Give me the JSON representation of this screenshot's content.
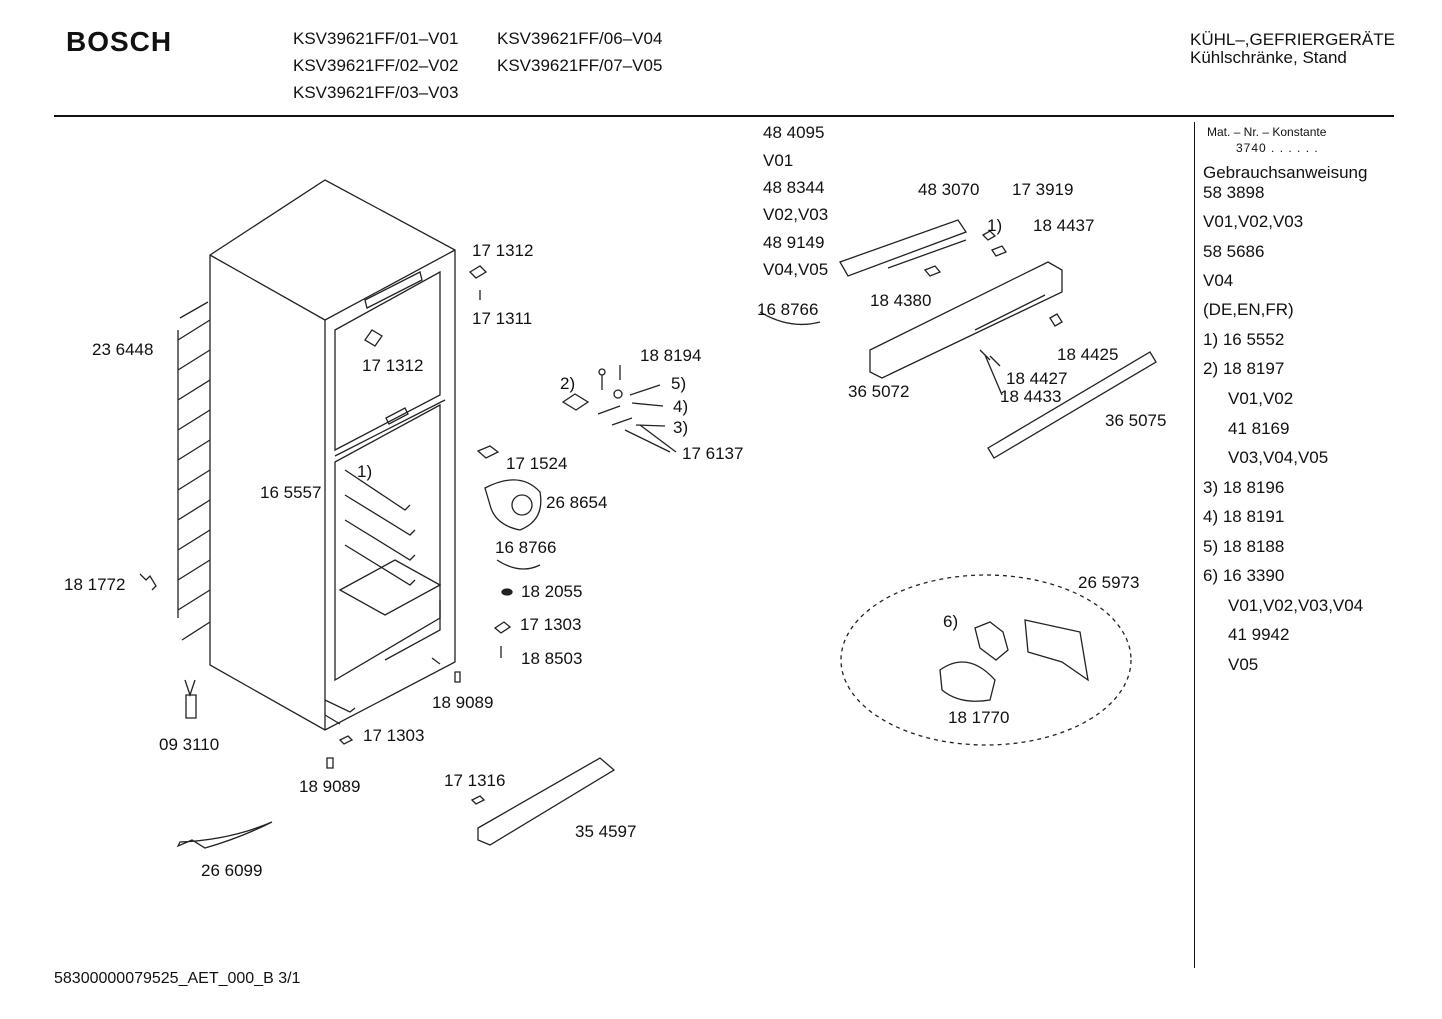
{
  "header": {
    "brand": "BOSCH",
    "models": [
      "KSV39621FF/01–V01",
      "KSV39621FF/06–V04",
      "KSV39621FF/02–V02",
      "KSV39621FF/07–V05",
      "KSV39621FF/03–V03"
    ],
    "category_line1": "KÜHL–,GEFRIERGERÄTE",
    "category_line2": "Kühlschränke, Stand"
  },
  "top_list": [
    "48 4095",
    "V01",
    "48 8344",
    "V02,V03",
    "48 9149",
    "V04,V05"
  ],
  "part_labels": {
    "p171312a": "17 1312",
    "p171311": "17 1311",
    "p236448": "23 6448",
    "p171312b": "17 1312",
    "p188194": "18 8194",
    "p2": "2)",
    "p5": "5)",
    "p4": "4)",
    "p3": "3)",
    "p176137": "17 6137",
    "p171524": "17 1524",
    "p1": "1)",
    "p165557": "16 5557",
    "p268654": "26 8654",
    "p168766b": "16 8766",
    "p182055": "18 2055",
    "p171303a": "17 1303",
    "p188503": "18 8503",
    "p181772": "18 1772",
    "p189089a": "18 9089",
    "p093110": "09 3110",
    "p171303b": "17 1303",
    "p189089b": "18 9089",
    "p171316": "17 1316",
    "p354597": "35 4597",
    "p266099": "26 6099",
    "p483070": "48 3070",
    "p173919": "17 3919",
    "p1b": "1)",
    "p184437": "18 4437",
    "p184380": "18 4380",
    "p168766a": "16 8766",
    "p184425": "18 4425",
    "p365072": "36 5072",
    "p184427": "18 4427",
    "p184433": "18 4433",
    "p365075": "36 5075",
    "p265973": "26 5973",
    "p6": "6)",
    "p181770": "18 1770"
  },
  "sidebar": {
    "mat_header": "Mat. – Nr. – Konstante",
    "mat_value": "3740 . .  . . . .",
    "items": [
      "Gebrauchsanweisung",
      "58 3898",
      "V01,V02,V03",
      "58 5686",
      "V04",
      "(DE,EN,FR)",
      "1) 16 5552",
      "2) 18 8197",
      "V01,V02",
      "41 8169",
      "V03,V04,V05",
      "3) 18 8196",
      "4) 18 8191",
      "5) 18 8188",
      "6) 16 3390",
      "V01,V02,V03,V04",
      "41 9942",
      "V05"
    ]
  },
  "footer": "58300000079525_AET_000_B  3/1"
}
